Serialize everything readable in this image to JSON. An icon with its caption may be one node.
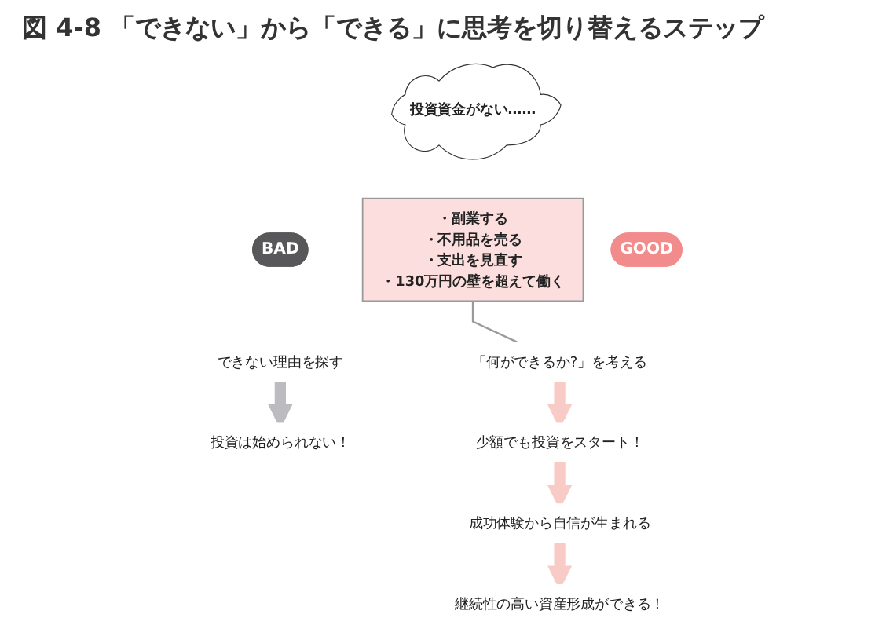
{
  "diagram": {
    "title": "図 4-8 「できない」から「できる」に思考を切り替えるステップ",
    "nodes": [
      {
        "text": [
          "投資資金がない……"
        ]
      },
      {
        "text": [
          "BAD"
        ]
      },
      {
        "text": [
          "GOOD"
        ]
      },
      {
        "text": [
          "できない理由を探す"
        ]
      },
      {
        "text": [
          "投資は始められない！"
        ]
      },
      {
        "text": [
          "「何ができるか?」を考える"
        ]
      },
      {
        "text": [
          "少額でも投資をスタート！"
        ]
      },
      {
        "text": [
          "成功体験から自信が生まれる"
        ]
      },
      {
        "text": [
          "継続性の高い資産形成ができる！"
        ]
      },
      {
        "text": [
          "・副業する",
          "・不用品を売る",
          "・支出を見直す",
          "・130万円の壁を超えて働く"
        ]
      }
    ],
    "edges": [
      {
        "from": 3,
        "to": 4,
        "arrow": "to",
        "color": "#bcbcc0"
      },
      {
        "from": 5,
        "to": 6,
        "arrow": "to"
      },
      {
        "from": 6,
        "to": 7,
        "arrow": "to"
      },
      {
        "from": 7,
        "to": 8,
        "arrow": "to"
      },
      {
        "from": 9,
        "to": 5,
        "arrow": "none",
        "color": "#9a9a9a"
      }
    ]
  }
}
